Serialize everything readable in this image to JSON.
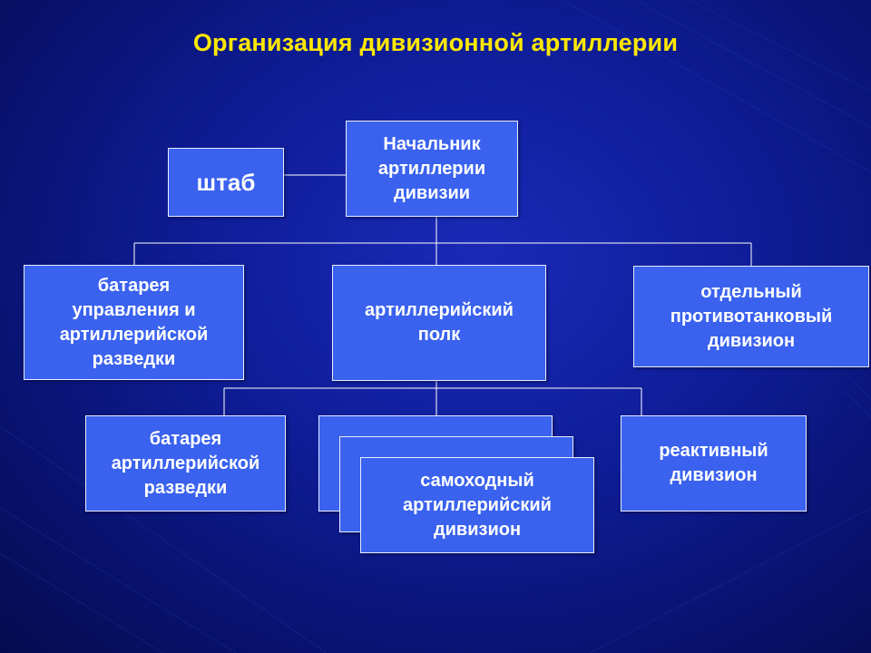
{
  "title": "Организация дивизионной артиллерии",
  "nodes": {
    "chief": "Начальник\nартиллерии\nдивизии",
    "staff": "штаб",
    "control_battery": "батарея\nуправления и\nартиллерийской\nразведки",
    "regiment": "артиллерийский\nполк",
    "antitank": "отдельный\nпротивотанковый\nдивизион",
    "recon_battery": "батарея\nартиллерийской\nразведки",
    "self_propelled": "самоходный\nартиллерийский\nдивизион",
    "rocket": "реактивный\nдивизион"
  },
  "colors": {
    "background": "#0f1d98",
    "box_fill": "#3a62ee",
    "box_border": "#e8ecff",
    "title": "#ffe800",
    "connector": "#ffffff"
  }
}
